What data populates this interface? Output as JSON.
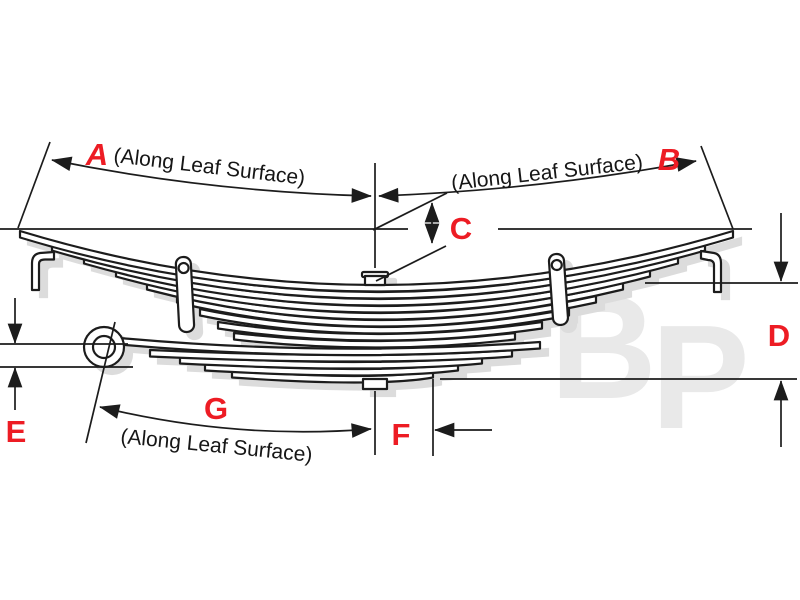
{
  "diagram": {
    "type": "leaf-spring dimension diagram",
    "labels": {
      "a": "A",
      "b": "B",
      "c": "C",
      "d": "D",
      "e": "E",
      "f": "F",
      "g": "G"
    },
    "annotations": {
      "along_leaf_surface": "(Along Leaf Surface)"
    },
    "watermark": {
      "letter_b": "B",
      "letter_p": "P"
    },
    "colors": {
      "label_red": "#ed1c24",
      "line_black": "#1c1c1c",
      "shadow_gray": "#dcdcdc",
      "watermark_gray": "#e9e9e9",
      "background": "#ffffff"
    }
  }
}
